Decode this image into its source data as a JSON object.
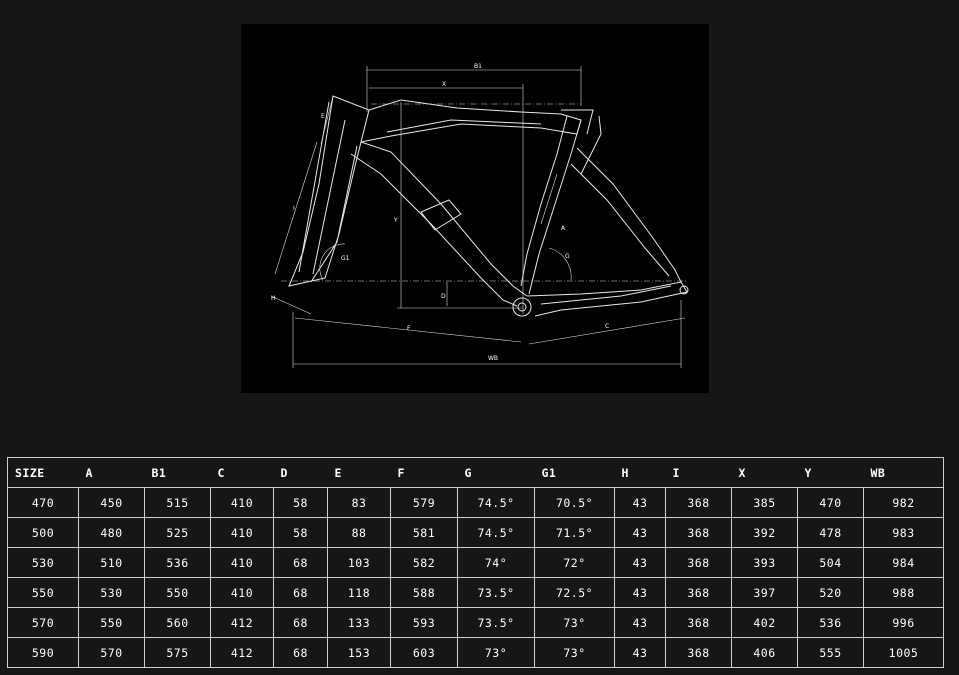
{
  "diagram": {
    "labels": {
      "b1": "B1",
      "x": "X",
      "e": "E",
      "i": "I",
      "y": "Y",
      "g1": "G1",
      "g": "G",
      "a": "A",
      "d": "D",
      "h": "H",
      "f": "F",
      "c": "C",
      "wb": "WB"
    }
  },
  "table": {
    "headers": [
      "SIZE",
      "A",
      "B1",
      "C",
      "D",
      "E",
      "F",
      "G",
      "G1",
      "H",
      "I",
      "X",
      "Y",
      "WB"
    ],
    "rows": [
      [
        "470",
        "450",
        "515",
        "410",
        "58",
        "83",
        "579",
        "74.5°",
        "70.5°",
        "43",
        "368",
        "385",
        "470",
        "982"
      ],
      [
        "500",
        "480",
        "525",
        "410",
        "58",
        "88",
        "581",
        "74.5°",
        "71.5°",
        "43",
        "368",
        "392",
        "478",
        "983"
      ],
      [
        "530",
        "510",
        "536",
        "410",
        "68",
        "103",
        "582",
        "74°",
        "72°",
        "43",
        "368",
        "393",
        "504",
        "984"
      ],
      [
        "550",
        "530",
        "550",
        "410",
        "68",
        "118",
        "588",
        "73.5°",
        "72.5°",
        "43",
        "368",
        "397",
        "520",
        "988"
      ],
      [
        "570",
        "550",
        "560",
        "412",
        "68",
        "133",
        "593",
        "73.5°",
        "73°",
        "43",
        "368",
        "402",
        "536",
        "996"
      ],
      [
        "590",
        "570",
        "575",
        "412",
        "68",
        "153",
        "603",
        "73°",
        "73°",
        "43",
        "368",
        "406",
        "555",
        "1005"
      ]
    ]
  }
}
